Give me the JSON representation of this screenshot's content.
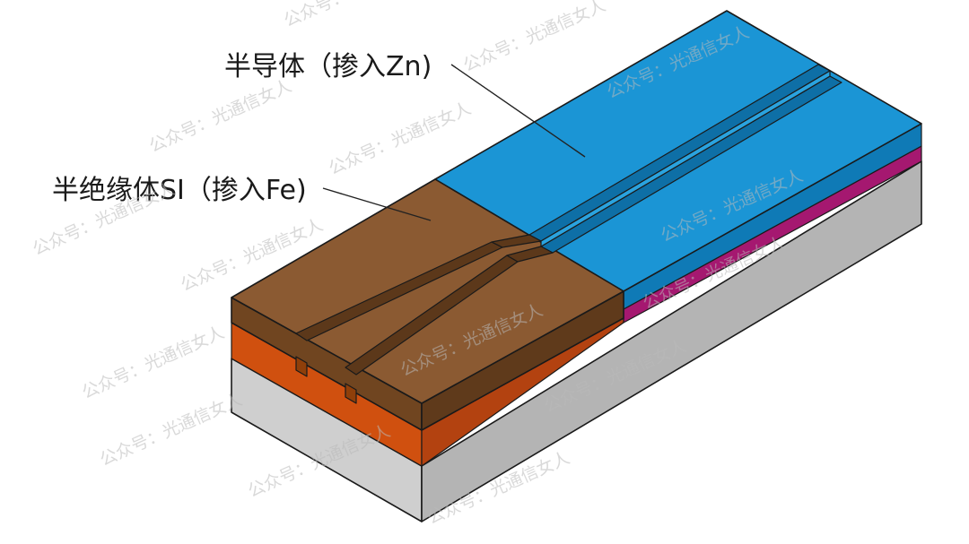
{
  "labels": {
    "semiconductor": "半导体（掺入Zn)",
    "semi_insulator": "半绝缘体SI（掺入Fe)"
  },
  "watermark": "公众号：光通信女人",
  "colors": {
    "semi_insulator_top": "#8b5a32",
    "semi_insulator_side": "#704520",
    "orange_layer": "#d0500f",
    "semiconductor_top": "#1b95d5",
    "semiconductor_side": "#0f7ab6",
    "magenta_layer": "#a51870",
    "substrate_front": "#cfcfcf",
    "substrate_side": "#b4b4b4"
  }
}
